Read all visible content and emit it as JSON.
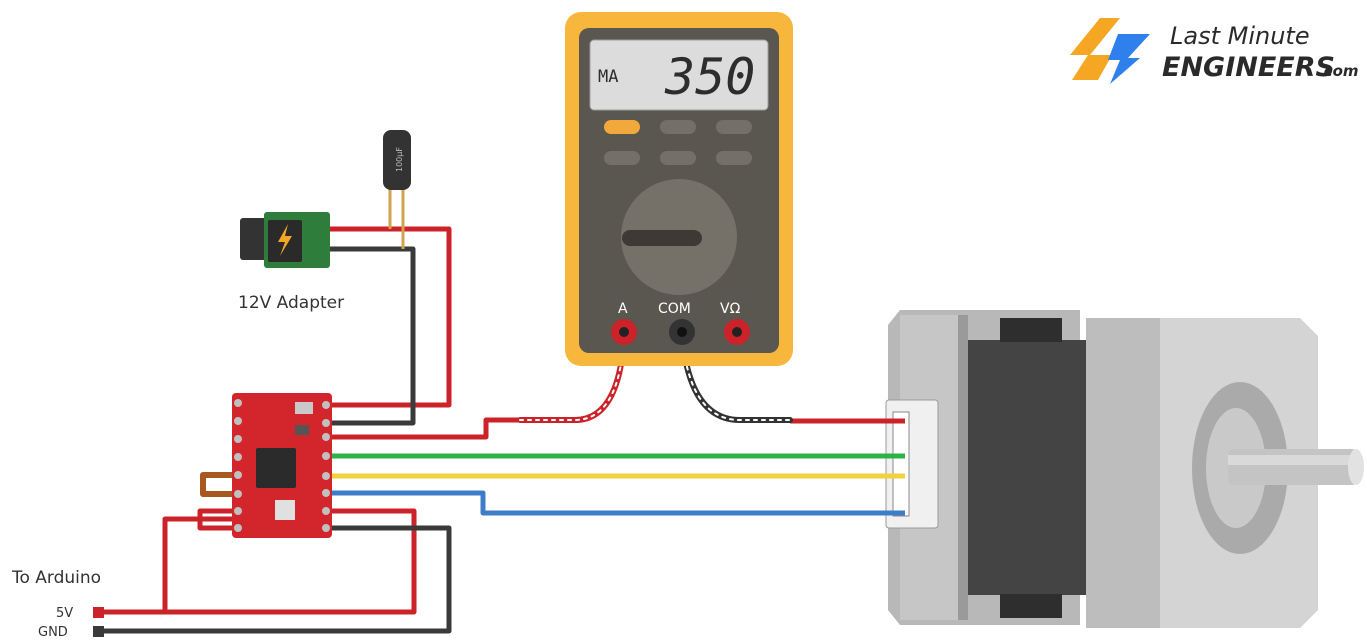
{
  "logo": {
    "line1": "Last Minute",
    "line2": "ENGINEERS",
    "suffix": ".com",
    "colors": {
      "bolt_orange": "#F5A623",
      "bolt_blue": "#2F80ED"
    }
  },
  "multimeter": {
    "unit": "MA",
    "reading": "350",
    "terminal_a": "A",
    "terminal_com": "COM",
    "terminal_v": "VΩ",
    "body_color": "#F7B73C"
  },
  "power": {
    "adapter_label": "12V Adapter",
    "capacitor_label": "100µF"
  },
  "arduino": {
    "title": "To Arduino",
    "pin_5v": "5V",
    "pin_gnd": "GND"
  },
  "wire_colors": {
    "red": "#CC2229",
    "black": "#3A3A3A",
    "green": "#2DB24A",
    "yellow": "#F2D23C",
    "blue": "#3D7CC9"
  }
}
